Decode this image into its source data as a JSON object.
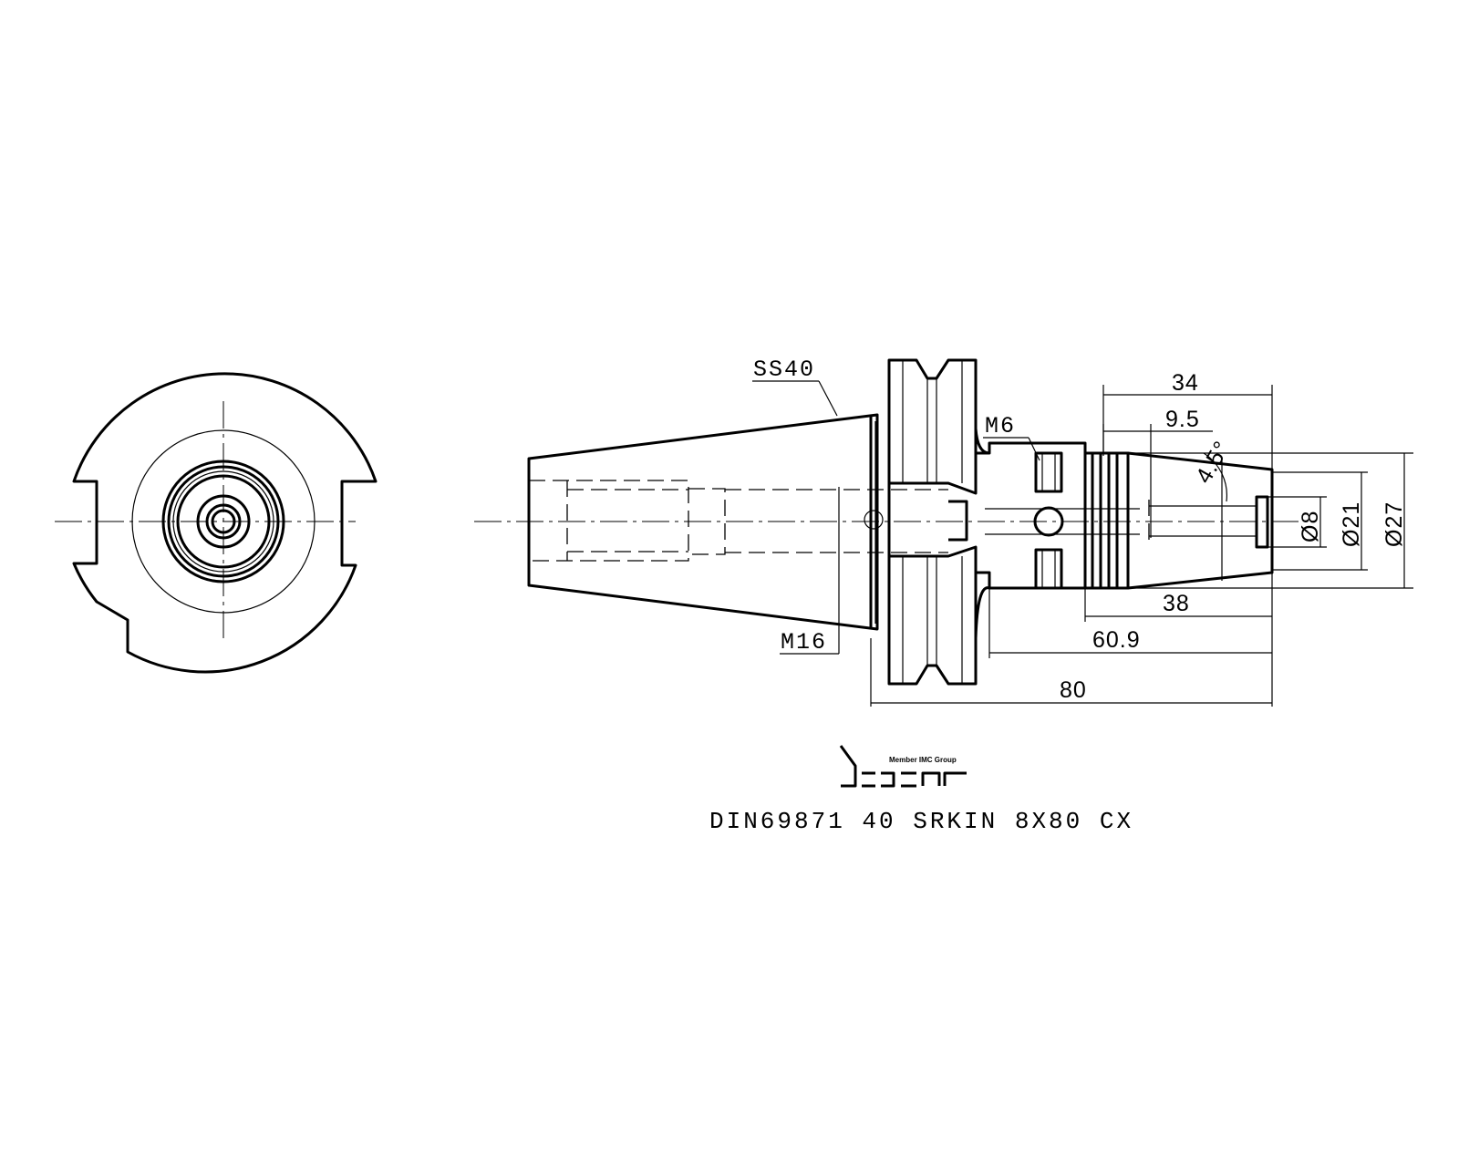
{
  "part_designation": "DIN69871 40 SRKIN 8X80 CX",
  "logo": {
    "brand": "iscar",
    "tagline": "Member IMC Group"
  },
  "callouts": {
    "taper": "SS40",
    "thread_side": "M6",
    "thread_rear": "M16"
  },
  "dimensions": {
    "length_34": "34",
    "length_9_5": "9.5",
    "angle": "4.5°",
    "length_38": "38",
    "length_60_9": "60.9",
    "length_80": "80",
    "dia_8": "Ø8",
    "dia_21": "Ø21",
    "dia_27": "Ø27"
  }
}
